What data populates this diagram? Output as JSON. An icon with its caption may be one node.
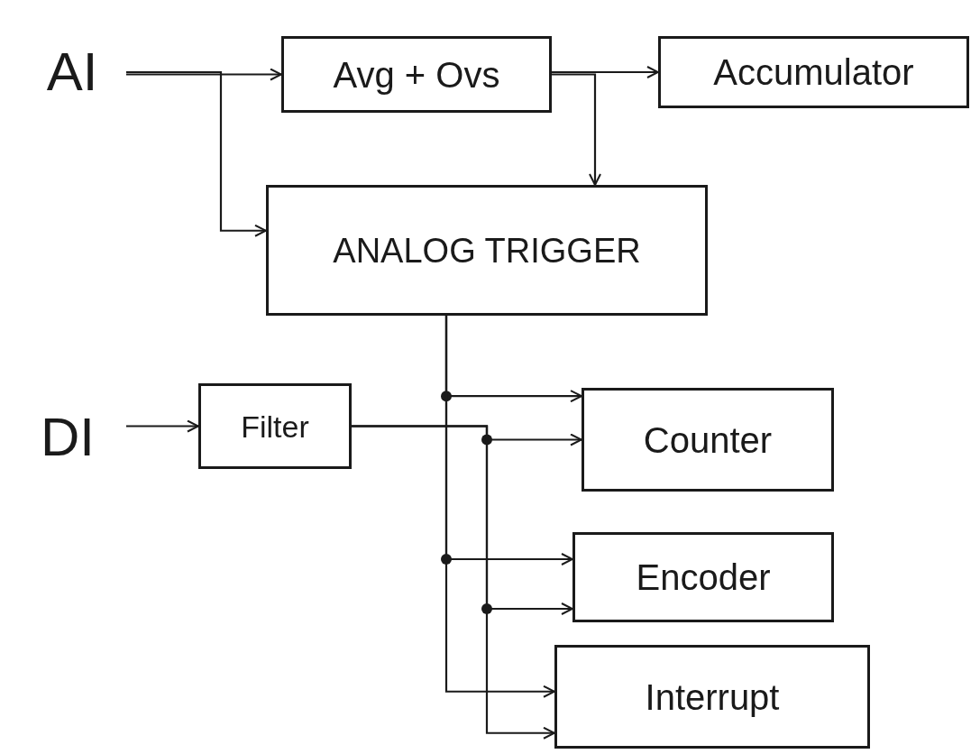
{
  "diagram": {
    "nodes": [
      {
        "text": [
          "AI"
        ]
      },
      {
        "text": [
          "Avg + Ovs"
        ]
      },
      {
        "text": [
          "Accumulator"
        ]
      },
      {
        "text": [
          "ANALOG TRIGGER"
        ]
      },
      {
        "text": [
          "DI"
        ]
      },
      {
        "text": [
          "Filter"
        ]
      },
      {
        "text": [
          "Counter"
        ]
      },
      {
        "text": [
          "Encoder"
        ]
      },
      {
        "text": [
          "Interrupt"
        ]
      }
    ],
    "edges": [
      {
        "from": 0,
        "to": 1,
        "arrow": "to"
      },
      {
        "from": 0,
        "to": 3,
        "arrow": "to"
      },
      {
        "from": 1,
        "to": 2,
        "arrow": "to"
      },
      {
        "from": 1,
        "to": 3,
        "arrow": "to"
      },
      {
        "from": 4,
        "to": 5,
        "arrow": "to"
      },
      {
        "from": 3,
        "to": 6,
        "arrow": "to"
      },
      {
        "from": 3,
        "to": 7,
        "arrow": "to"
      },
      {
        "from": 3,
        "to": 8,
        "arrow": "to"
      },
      {
        "from": 5,
        "to": 6,
        "arrow": "to"
      },
      {
        "from": 5,
        "to": 7,
        "arrow": "to"
      },
      {
        "from": 5,
        "to": 8,
        "arrow": "to"
      }
    ]
  }
}
